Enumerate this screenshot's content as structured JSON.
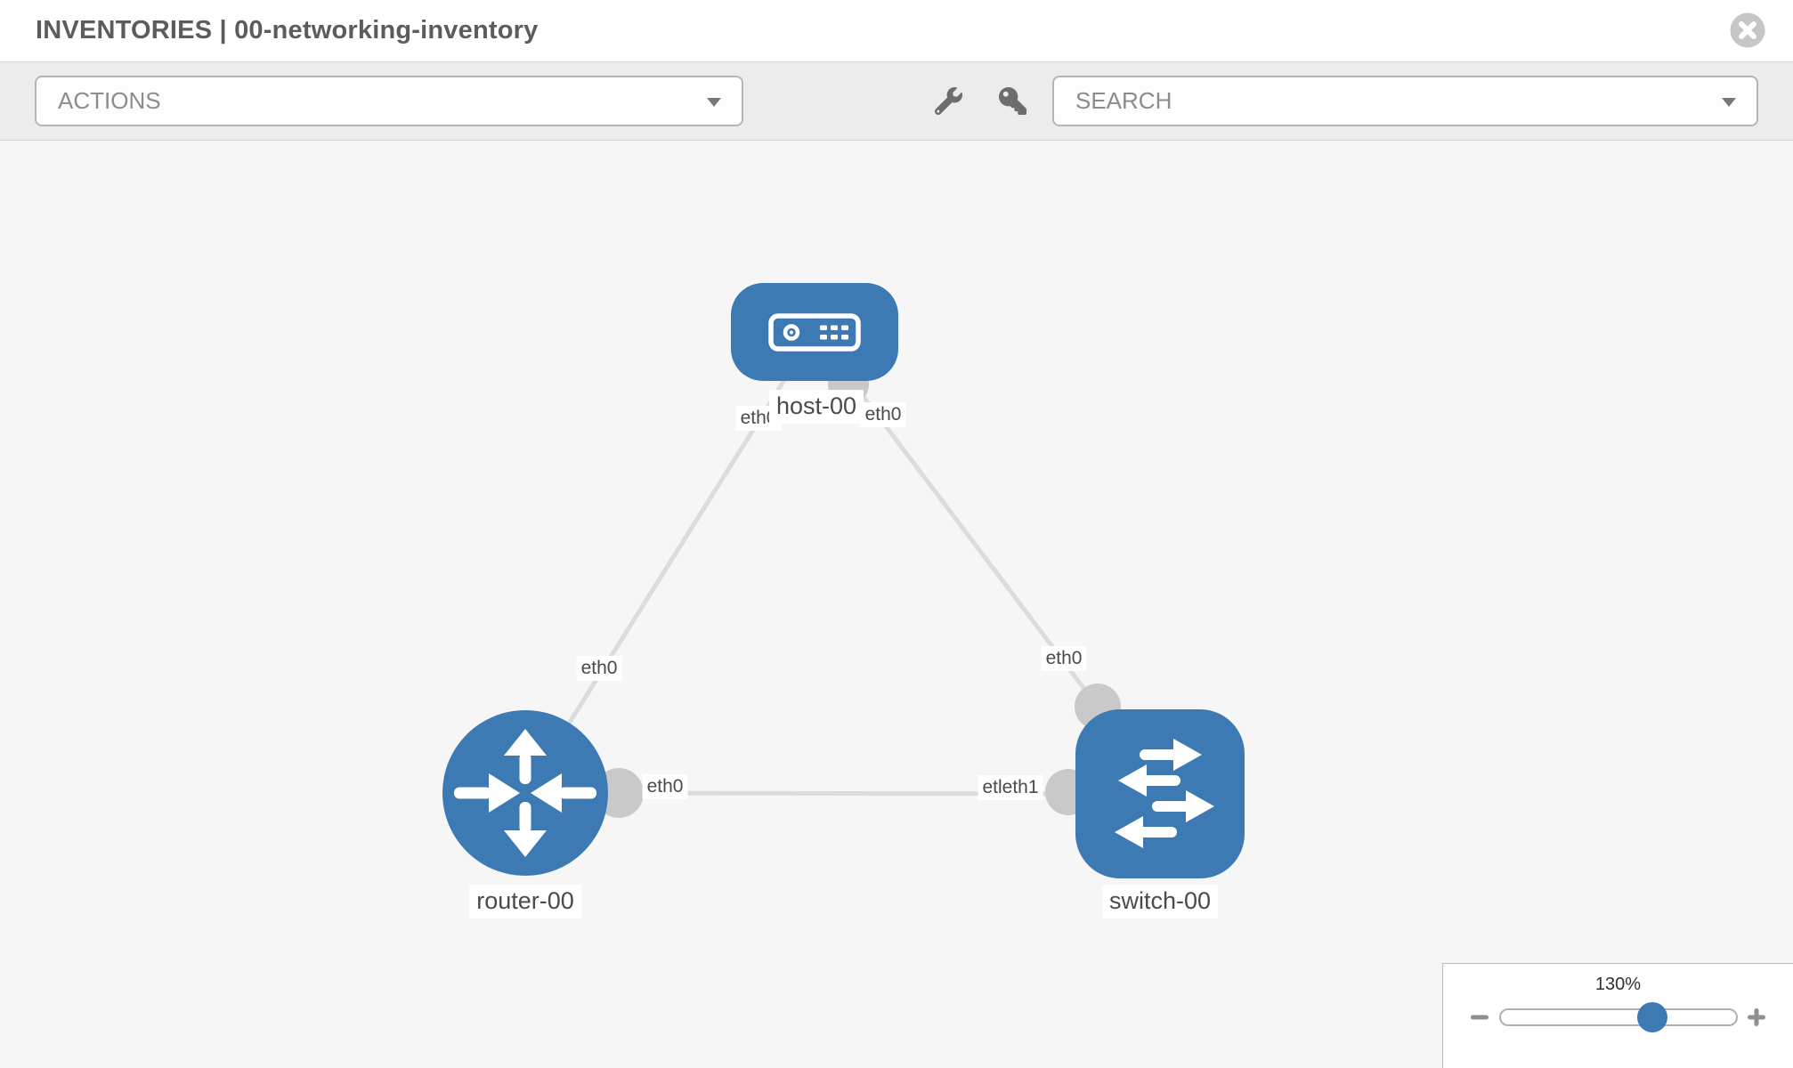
{
  "header": {
    "title": "INVENTORIES | 00-networking-inventory"
  },
  "toolbar": {
    "actions_label": "ACTIONS",
    "search_placeholder": "SEARCH",
    "icons": [
      "wrench-icon",
      "key-icon"
    ]
  },
  "icons": {
    "header_close": "close-icon",
    "dropdown_caret": "chevron-down-icon",
    "zoom_minus": "minus-icon",
    "zoom_plus": "plus-icon"
  },
  "colors": {
    "node_blue": "#3d7ab3",
    "link_gray": "#dcdcdc",
    "connector_gray": "#c9c9c9",
    "canvas_bg": "#f6f6f6",
    "toolbar_bg": "#ececec"
  },
  "topology": {
    "nodes": [
      {
        "label": "host-00",
        "type": "host"
      },
      {
        "label": "router-00",
        "type": "router"
      },
      {
        "label": "switch-00",
        "type": "switch"
      }
    ],
    "links": [
      {
        "from": "router-00",
        "to": "host-00"
      },
      {
        "from": "switch-00",
        "to": "host-00"
      },
      {
        "from": "router-00",
        "to": "switch-00"
      }
    ],
    "interface_labels": [
      {
        "text": "eth0",
        "near": "host-00-left"
      },
      {
        "text": "eth0",
        "near": "host-00-right"
      },
      {
        "text": "eth0",
        "near": "router-00-top"
      },
      {
        "text": "eth0",
        "near": "switch-00-top"
      },
      {
        "text": "eth0",
        "near": "router-00-right"
      },
      {
        "text": "etleth1",
        "near": "switch-00-left"
      }
    ]
  },
  "zoom_control": {
    "level": "130%"
  }
}
